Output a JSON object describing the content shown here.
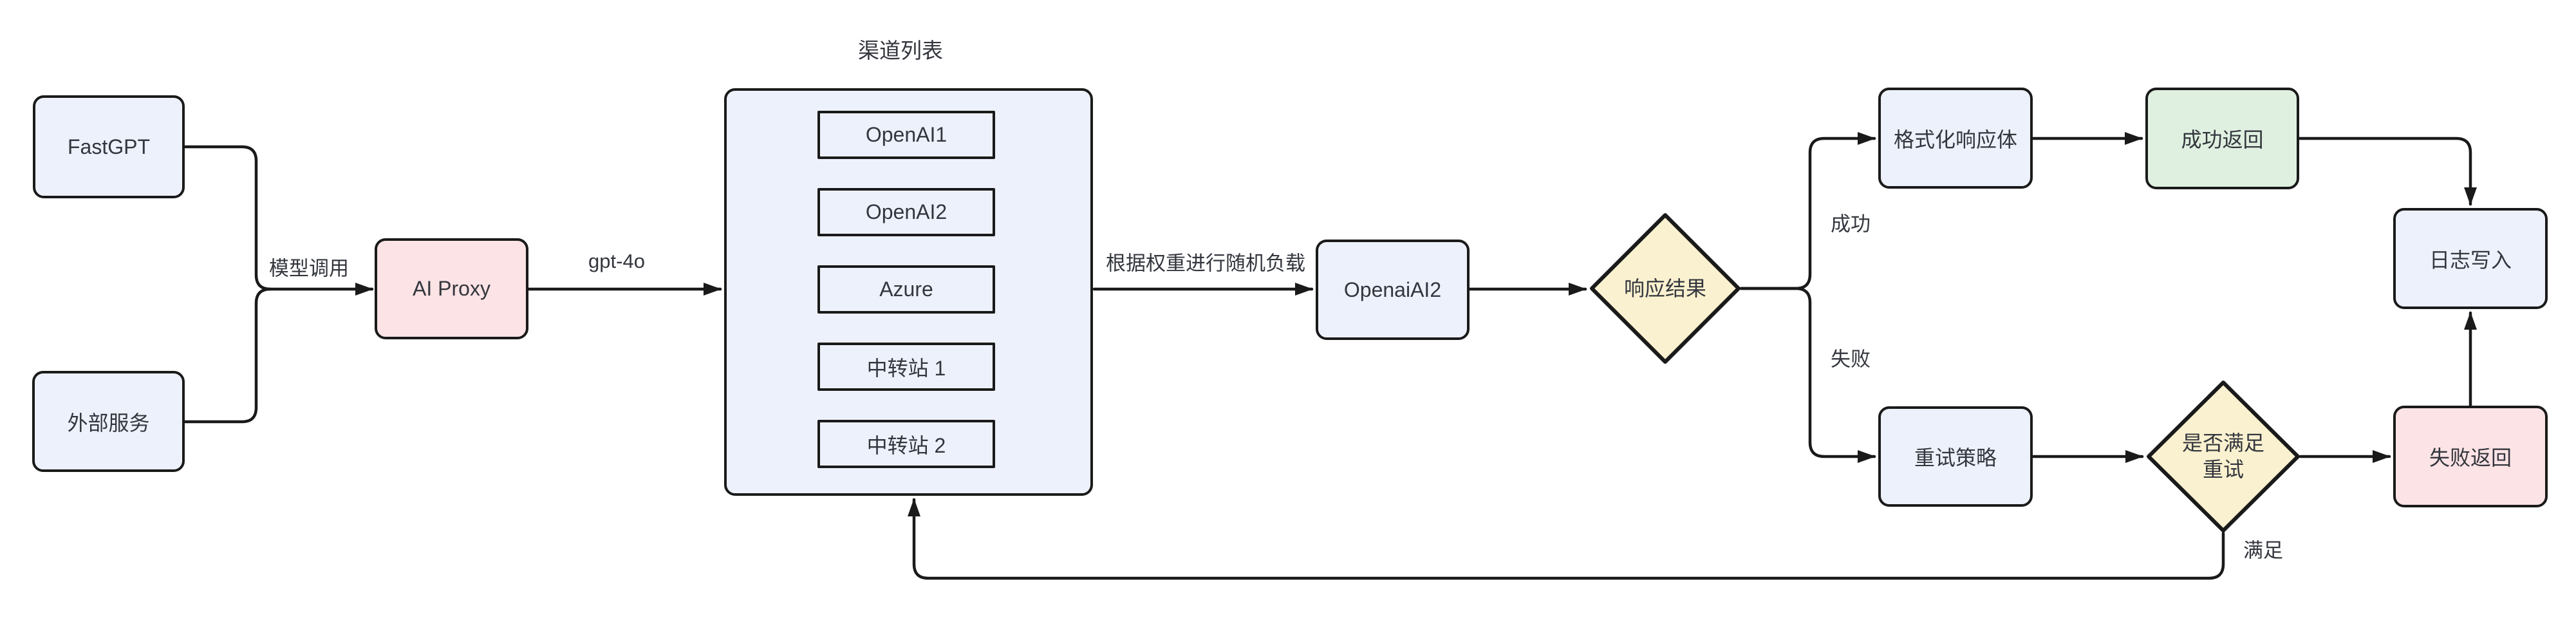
{
  "nodes": {
    "fastgpt": "FastGPT",
    "external_service": "外部服务",
    "ai_proxy": "AI Proxy",
    "selected_channel": "OpenaiAI2",
    "response_result": "响应结果",
    "format_response_body": "格式化响应体",
    "success_return": "成功返回",
    "log_write": "日志写入",
    "retry_strategy": "重试策略",
    "retry_check_line1": "是否满足",
    "retry_check_line2": "重试",
    "fail_return": "失败返回"
  },
  "channel_group": {
    "title": "渠道列表",
    "channels": [
      "OpenAI1",
      "OpenAI2",
      "Azure",
      "中转站 1",
      "中转站 2"
    ]
  },
  "edge_labels": {
    "model_call": "模型调用",
    "model_name": "gpt-4o",
    "load_balance": "根据权重进行随机负载",
    "success": "成功",
    "fail": "失败",
    "satisfied": "满足"
  },
  "colors": {
    "node_blue": "#edf1fb",
    "node_pink": "#fce3e5",
    "node_green": "#dff0e0",
    "diamond_yellow": "#faf1d0",
    "stroke": "#1a1a1a",
    "text": "#33363d",
    "background": "#ffffff"
  }
}
